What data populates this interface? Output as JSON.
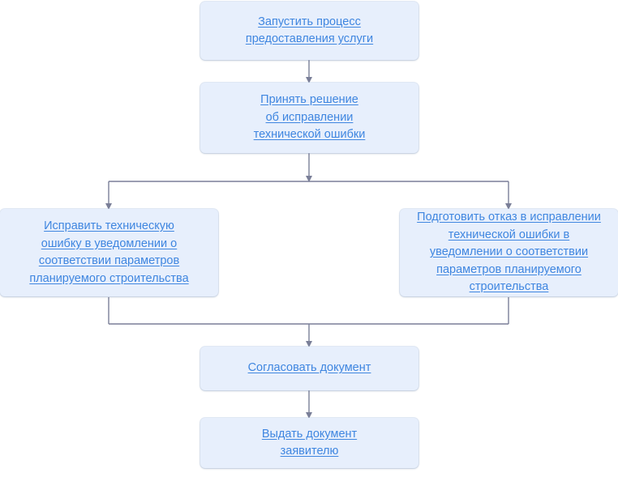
{
  "colors": {
    "node_fill": "#e7effc",
    "link_text": "#3f86e0",
    "connector": "#7a7f98"
  },
  "nodes": {
    "start_process": "Запустить процесс\nпредоставления услуги",
    "accept_decision": "Принять решение\nоб исправлении\nтехнической ошибки",
    "fix_error": "Исправить техническую\nошибку в уведомлении о\nсоответствии параметров\nпланируемого строительства",
    "prepare_refusal": "Подготовить отказ в исправлении\nтехнической ошибки в\nуведомлении о соответствии\nпараметров планируемого\nстроительства",
    "approve_document": "Согласовать документ",
    "issue_document": "Выдать документ\nзаявителю"
  }
}
